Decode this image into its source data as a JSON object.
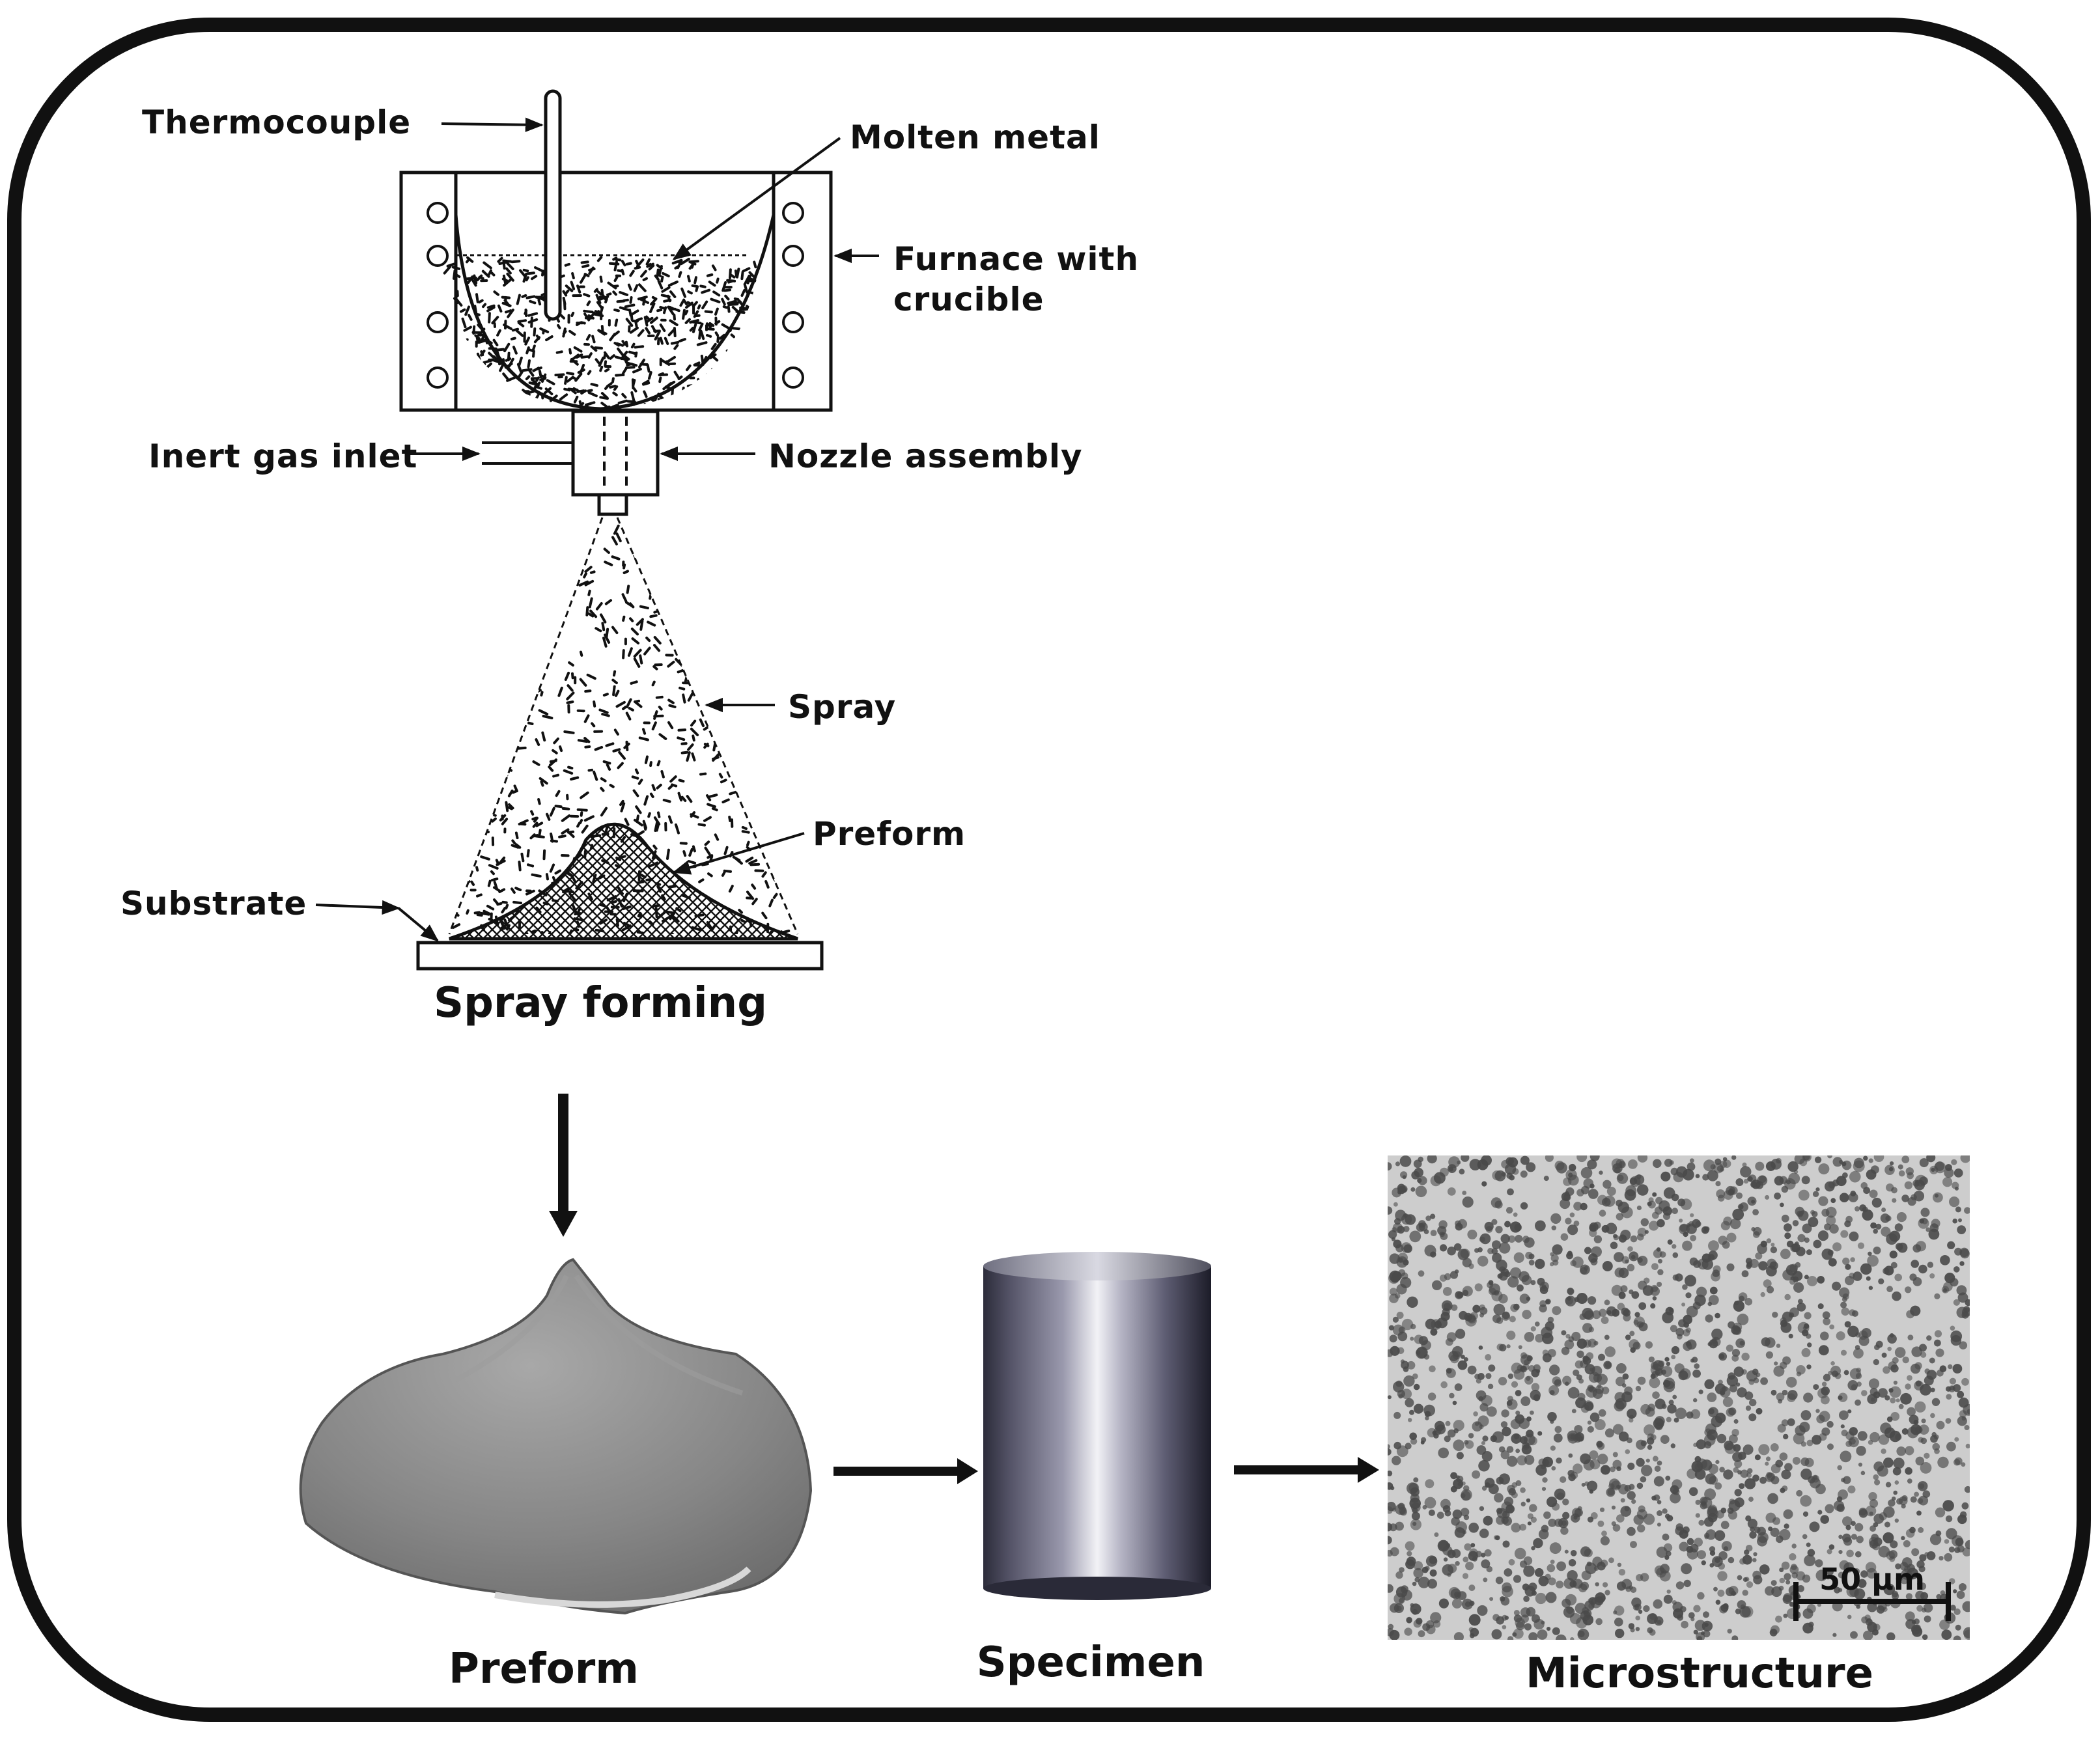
{
  "diagram": {
    "labels": {
      "thermocouple": "Thermocouple",
      "molten_metal": "Molten metal",
      "furnace_line1": "Furnace with",
      "furnace_line2": "crucible",
      "inert_gas_inlet": "Inert gas inlet",
      "nozzle_assembly": "Nozzle assembly",
      "spray": "Spray",
      "preform_label": "Preform",
      "substrate": "Substrate"
    },
    "captions": {
      "spray_forming": "Spray forming",
      "preform": "Preform",
      "specimen": "Specimen",
      "microstructure": "Microstructure"
    },
    "scale_bar": "50 μm",
    "colors": {
      "frame": "#111111",
      "ink": "#111111",
      "preform_photo": "#8a8a8a",
      "specimen_metal": "#6c6c82",
      "micro_background": "#c8c8c8",
      "micro_particles": "#4a4a4a"
    }
  }
}
